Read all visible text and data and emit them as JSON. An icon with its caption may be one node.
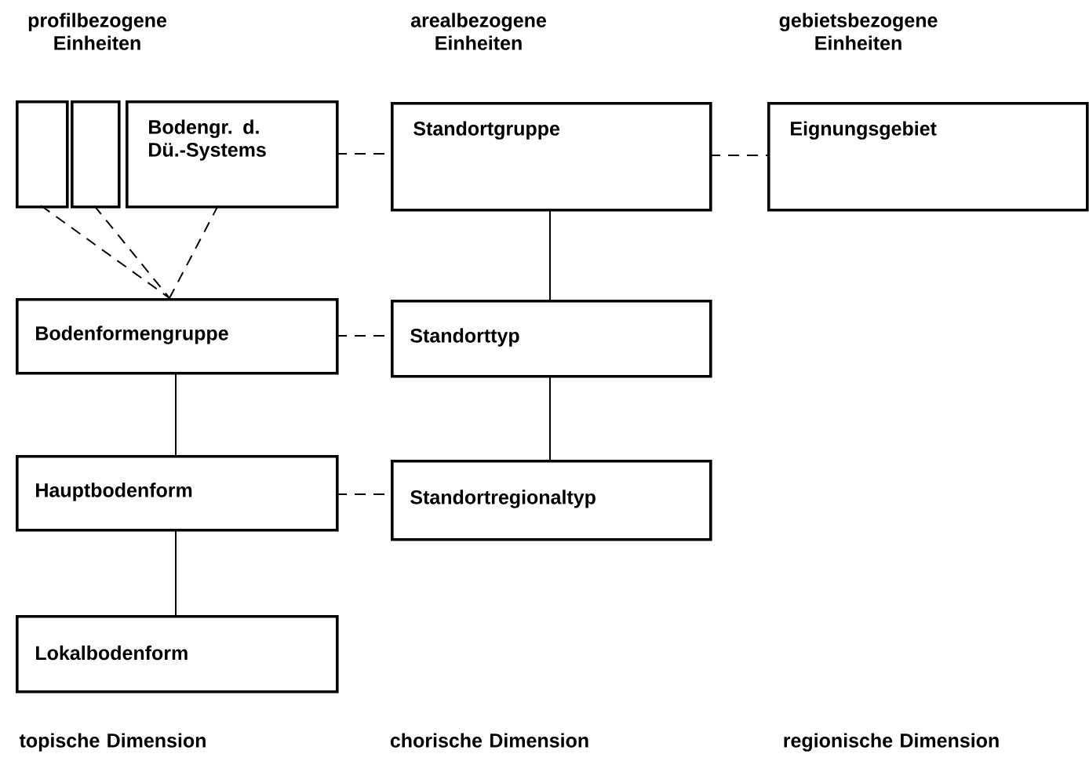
{
  "diagram": {
    "nodes": [
      {
        "text": [],
        "shape": "box"
      },
      {
        "text": [],
        "shape": "box"
      },
      {
        "text": [
          "Bodengr. d. Dü.-Systems"
        ]
      },
      {
        "text": [
          "Standortgruppe"
        ]
      },
      {
        "text": [
          "Eignungsgebiet"
        ]
      },
      {
        "text": [
          "Bodenformengruppe"
        ]
      },
      {
        "text": [
          "Standorttyp"
        ]
      },
      {
        "text": [
          "Hauptbodenform"
        ]
      },
      {
        "text": [
          "Standortregionaltyp"
        ]
      },
      {
        "text": [
          "Lokalbodenform"
        ]
      }
    ],
    "edges": [
      {
        "from": 0,
        "to": 5,
        "arrow": "none",
        "style": "dashed"
      },
      {
        "from": 1,
        "to": 5,
        "arrow": "none",
        "style": "dashed"
      },
      {
        "from": 2,
        "to": 5,
        "arrow": "none",
        "style": "dashed"
      },
      {
        "from": 2,
        "to": 3,
        "arrow": "none",
        "style": "dashed"
      },
      {
        "from": 3,
        "to": 4,
        "arrow": "none",
        "style": "dashed"
      },
      {
        "from": 3,
        "to": 6,
        "arrow": "none"
      },
      {
        "from": 5,
        "to": 6,
        "arrow": "none",
        "style": "dashed"
      },
      {
        "from": 5,
        "to": 7,
        "arrow": "none"
      },
      {
        "from": 6,
        "to": 8,
        "arrow": "none"
      },
      {
        "from": 7,
        "to": 8,
        "arrow": "none",
        "style": "dashed"
      },
      {
        "from": 7,
        "to": 9,
        "arrow": "none"
      }
    ],
    "labels": [
      "profilbezogene Einheiten",
      "arealbezogene Einheiten",
      "gebietsbezogene Einheiten",
      "topische Dimension",
      "chorische Dimension",
      "regionische Dimension"
    ]
  }
}
